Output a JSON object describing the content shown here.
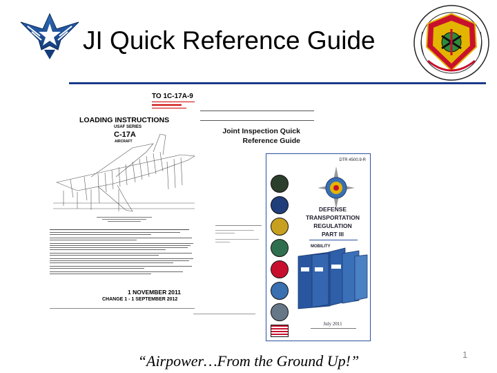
{
  "slide": {
    "title": "JI Quick Reference Guide",
    "slogan": "“Airpower…From the Ground Up!”",
    "page_number": "1"
  },
  "documents": {
    "loading": {
      "to_number": "TO 1C-17A-9",
      "heading": "LOADING INSTRUCTIONS",
      "series": "USAF SERIES",
      "aircraft": "C-17A",
      "aircraft_sub": "AIRCRAFT",
      "date": "1 NOVEMBER 2011",
      "change": "CHANGE 1 - 1 SEPTEMBER 2012"
    },
    "joint_guide": {
      "line1": "Joint Inspection Quick",
      "line2": "Reference Guide"
    },
    "dtr": {
      "number": "DTR 4500.9-R",
      "title_lines": [
        "DEFENSE",
        "TRANSPORTATION",
        "REGULATION",
        "PART III"
      ],
      "subtitle": "MOBILITY",
      "date": "July 2011"
    }
  },
  "colors": {
    "rule": "#1b3a8a",
    "af_blue": "#1a4a8f",
    "seal_red": "#c8102e"
  },
  "icons": [
    "air-force-wings-icon",
    "command-seal-icon"
  ]
}
